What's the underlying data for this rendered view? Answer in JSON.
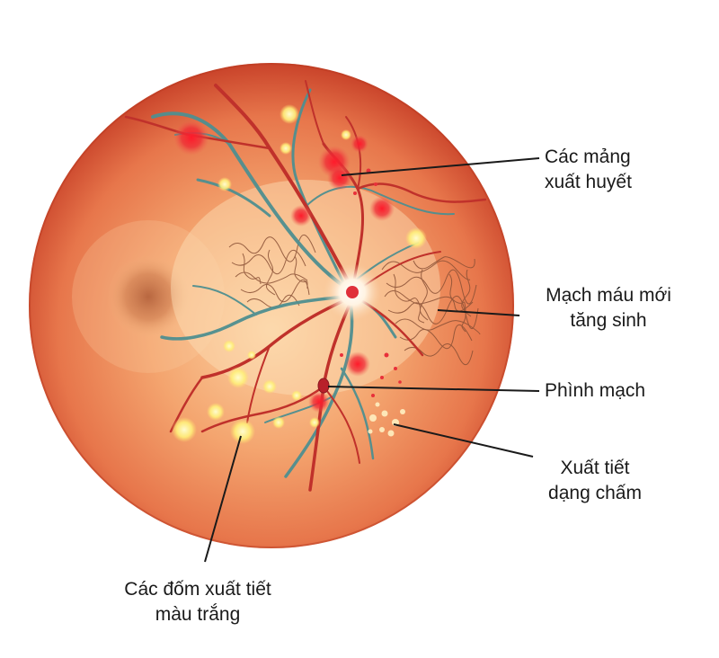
{
  "labels": {
    "hemorrhage": {
      "line1": "Các mảng",
      "line2": "xuất huyết"
    },
    "neovascularization": {
      "line1": "Mạch máu mới",
      "line2": "tăng sinh"
    },
    "microaneurysm": {
      "line1": "Phình mạch"
    },
    "dot_exudate": {
      "line1": "Xuất tiết",
      "line2": "dạng chấm"
    },
    "cotton_wool": {
      "line1": "Các đốm xuất tiết",
      "line2": "màu trắng"
    }
  },
  "colors": {
    "retina_center": "#f9c28f",
    "retina_mid": "#ee8a57",
    "retina_edge": "#c9432a",
    "artery": "#c0312b",
    "vein": "#4f8f90",
    "hemorrhage": "#ee1d2e",
    "exudate": "#fff27a",
    "macula": "#a84a2a"
  }
}
